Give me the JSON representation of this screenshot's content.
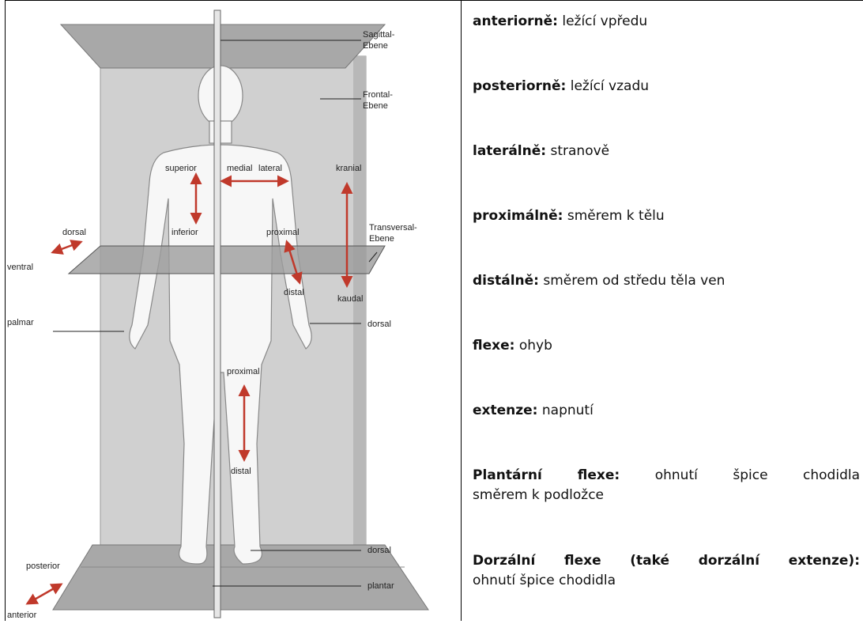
{
  "diagram": {
    "labels": {
      "sagittal": [
        "Sagittal-",
        "Ebene"
      ],
      "frontal": [
        "Frontal-",
        "Ebene"
      ],
      "transversal": [
        "Transversal-",
        "Ebene"
      ],
      "superior": "superior",
      "medial": "medial",
      "lateral": "lateral",
      "kranial": "kranial",
      "inferior": "inferior",
      "proximal_arm": "proximal",
      "distal_arm": "distal",
      "kaudal": "kaudal",
      "dorsal_side": "dorsal",
      "ventral": "ventral",
      "palmar": "palmar",
      "dorsal_hand": "dorsal",
      "proximal_leg": "proximal",
      "distal_leg": "distal",
      "dorsal_foot": "dorsal",
      "plantar": "plantar",
      "posterior": "posterior",
      "anterior": "anterior"
    },
    "colors": {
      "arrow": "#c0392b",
      "plane": "#d4d4d4",
      "body": "#f7f7f7"
    }
  },
  "terms": [
    {
      "term": "anteriorně:",
      "def": "ležící vpředu"
    },
    {
      "term": "posteriorně:",
      "def": "ležící vzadu"
    },
    {
      "term": "laterálně:",
      "def": "stranově"
    },
    {
      "term": "proximálně:",
      "def": "směrem k tělu"
    },
    {
      "term": "distálně:",
      "def": "směrem od středu těla ven"
    },
    {
      "term": "flexe:",
      "def": "ohyb"
    },
    {
      "term": "extenze:",
      "def": "napnutí"
    },
    {
      "term": "Plantární flexe:",
      "def_line1": "ohnutí špice chodidla",
      "def_line2": "směrem k podložce"
    },
    {
      "term": "Dorzální flexe (také dorzální extenze):",
      "def_line2": "ohnutí špice chodidla"
    }
  ]
}
